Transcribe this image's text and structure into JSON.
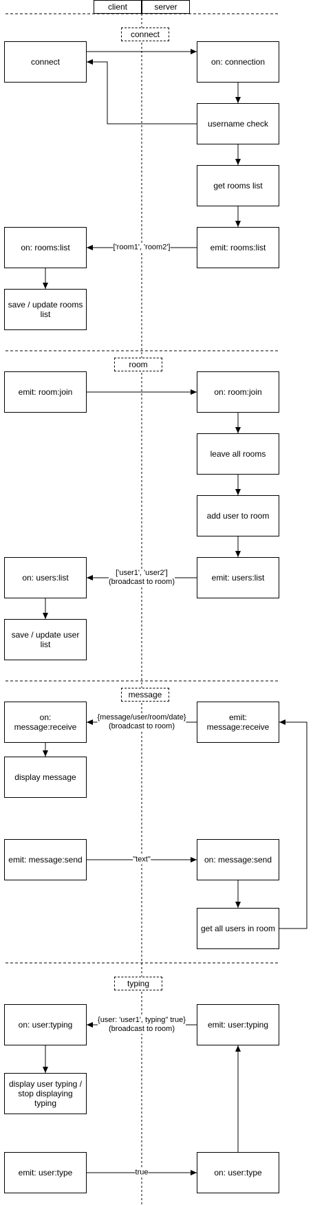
{
  "header": {
    "client_label": "client",
    "server_label": "server"
  },
  "sections": {
    "connect": "connect",
    "room": "room",
    "message": "message",
    "typing": "typing"
  },
  "nodes": {
    "connect": "connect",
    "on_connection": "on: connection",
    "username_check": "username check",
    "get_rooms_list": "get rooms list",
    "emit_rooms_list": "emit: rooms:list",
    "on_rooms_list": "on: rooms:list",
    "save_update_rooms_list": "save / update rooms list",
    "emit_room_join": "emit: room:join",
    "on_room_join": "on: room:join",
    "leave_all_rooms": "leave all rooms",
    "add_user_to_room": "add user to room",
    "emit_users_list": "emit: users:list",
    "on_users_list": "on: users:list",
    "save_update_user_list": "save / update user list",
    "on_message_receive": "on: message:receive",
    "emit_message_receive": "emit: message:receive",
    "display_message": "display message",
    "emit_message_send": "emit: message:send",
    "on_message_send": "on: message:send",
    "get_all_users_in_room": "get all users in room",
    "on_user_typing": "on: user:typing",
    "emit_user_typing": "emit: user:typing",
    "display_user_typing": "display user typing / stop displaying typing",
    "emit_user_type": "emit: user:type",
    "on_user_type": "on: user:type"
  },
  "edge_labels": {
    "rooms_payload": "['room1', 'room2']",
    "users_payload": "['user1', 'user2']",
    "users_note": "(broadcast to room)",
    "message_payload": "{message/user/room/date}",
    "message_note": "(broadcast to room)",
    "text_payload": "\"text\"",
    "typing_payload": "{user: 'user1', typing\" true}",
    "typing_note": "(broadcast to room)",
    "type_payload": "true"
  }
}
